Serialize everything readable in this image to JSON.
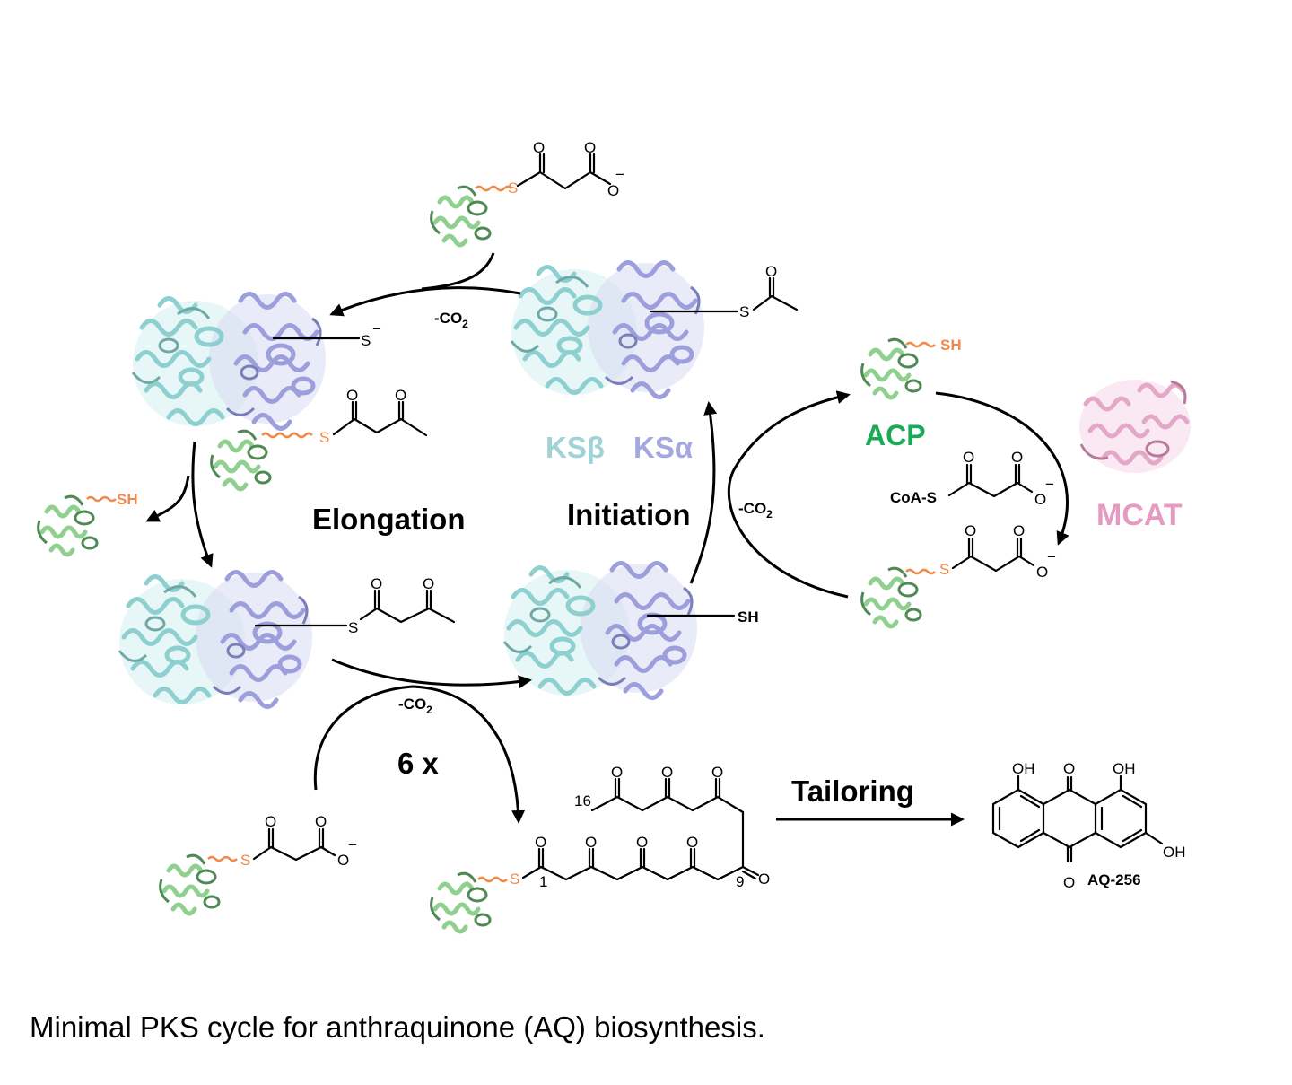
{
  "colors": {
    "ks_beta": "#9fd3d6",
    "ks_alpha": "#a5a8e0",
    "acp": "#1aaa55",
    "acp_protein": "#8fd08e",
    "mcat": "#e59ac2",
    "thiol": "#ef8a4a",
    "ink": "#000000"
  },
  "icons": {
    "ks_dimer": "ks-dimer-protein-icon",
    "acp": "acp-protein-icon",
    "mcat": "mcat-protein-icon",
    "anthraquinone": "anthraquinone-structure-icon"
  },
  "labels": {
    "elongation": "Elongation",
    "initiation": "Initiation",
    "tailoring": "Tailoring",
    "repeat": "6 x",
    "ks_beta": "KSβ",
    "ks_alpha": "KSα",
    "acp": "ACP",
    "mcat": "MCAT",
    "coa_s": "CoA-S",
    "sh": "SH",
    "s": "S",
    "o": "O",
    "oh": "OH",
    "minus": "−",
    "co2": "-CO",
    "co2_sub": "2",
    "product": "AQ-256",
    "carbon_1": "1",
    "carbon_9": "9",
    "carbon_16": "16"
  },
  "caption": "Minimal PKS cycle for anthraquinone (AQ) biosynthesis."
}
